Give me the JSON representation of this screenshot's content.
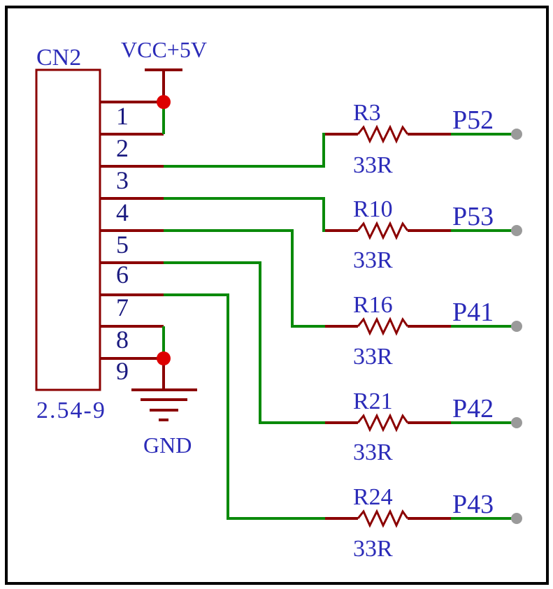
{
  "connector": {
    "designator": "CN2",
    "footprint": "2.54-9",
    "pins": [
      "1",
      "2",
      "3",
      "4",
      "5",
      "6",
      "7",
      "8",
      "9"
    ]
  },
  "power": {
    "label": "VCC+5V"
  },
  "ground": {
    "label": "GND"
  },
  "resistors": [
    {
      "designator": "R3",
      "value": "33R",
      "net": "P52"
    },
    {
      "designator": "R10",
      "value": "33R",
      "net": "P53"
    },
    {
      "designator": "R16",
      "value": "33R",
      "net": "P41"
    },
    {
      "designator": "R21",
      "value": "33R",
      "net": "P42"
    },
    {
      "designator": "R24",
      "value": "33R",
      "net": "P43"
    }
  ],
  "colors": {
    "component": "#8b0000",
    "wire": "#0a8a0a",
    "text": "#2b2bb8",
    "junction": "#dd0000",
    "terminal": "#9a9a9a"
  }
}
